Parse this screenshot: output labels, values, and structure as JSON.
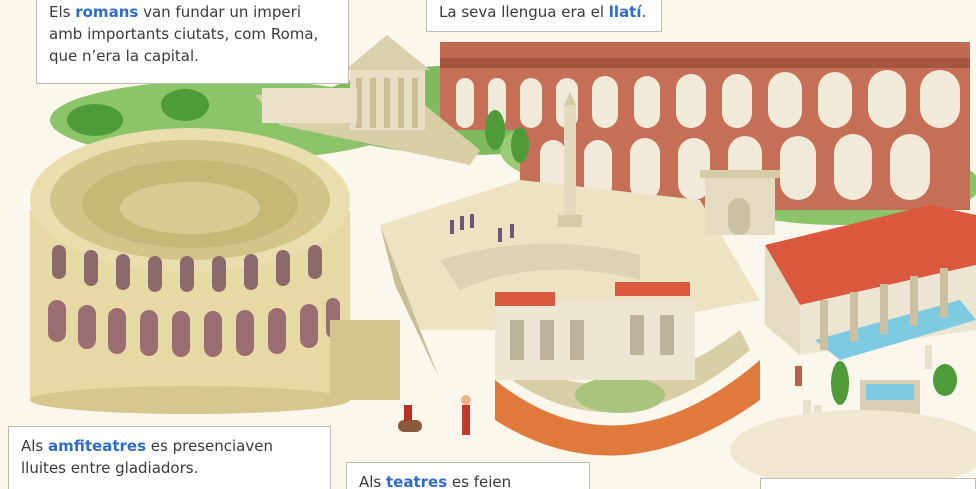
{
  "callouts": {
    "romans": {
      "part1": "Els ",
      "keyword": "romans",
      "part2": " van fundar un imperi",
      "line2": "amb importants ciutats, com Roma,",
      "line3": "que n’era la capital."
    },
    "language": {
      "part1": "La seva llengua era el ",
      "keyword": "llatí",
      "part2": "."
    },
    "amphitheatres": {
      "part1": "Als ",
      "keyword": "amfiteatres",
      "part2": " es presenciaven",
      "line2": "lluites entre gladiadors."
    },
    "theatres": {
      "part1": "Als ",
      "keyword": "teatres",
      "part2": " es feien"
    }
  },
  "colors": {
    "keyword_blue": "#2f6cc8",
    "stone": "#d9cf9c",
    "brick": "#b8614a",
    "roof_red": "#d9583e",
    "grass": "#6fae4c"
  }
}
